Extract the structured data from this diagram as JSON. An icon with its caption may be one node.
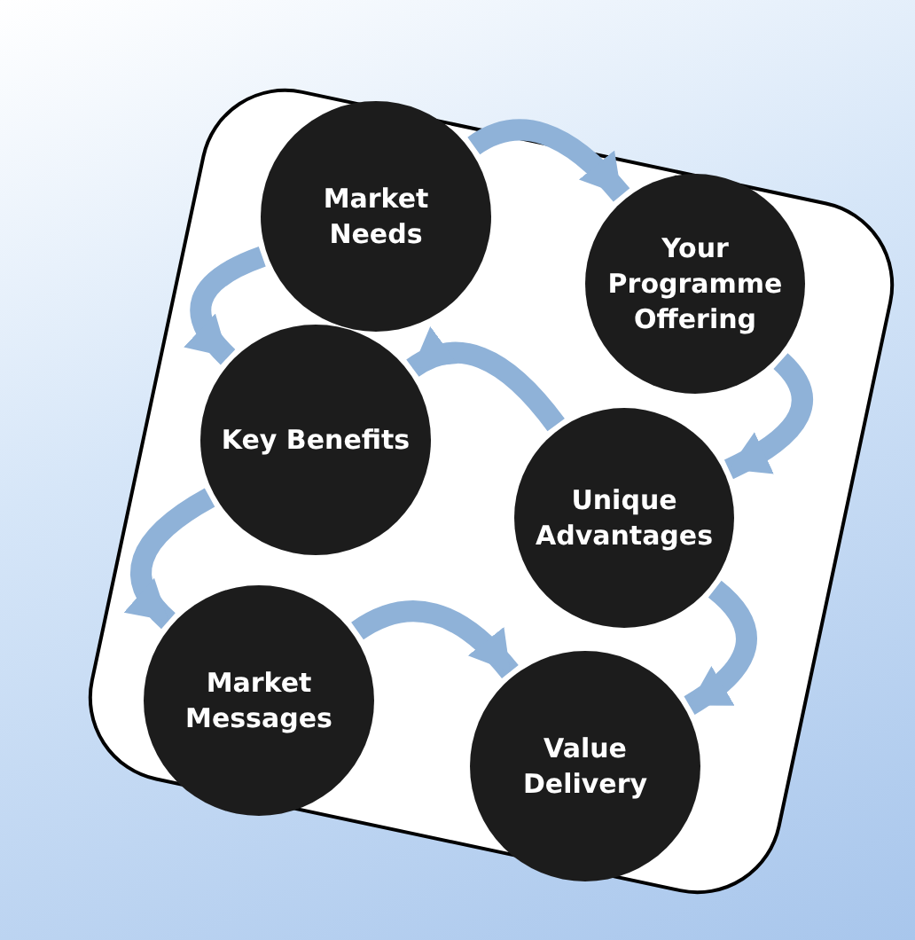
{
  "diagram": {
    "nodes": [
      {
        "text": [
          "Market Needs"
        ]
      },
      {
        "text": [
          "Your Programme Offering"
        ]
      },
      {
        "text": [
          "Key Benefits"
        ]
      },
      {
        "text": [
          "Unique Advantages"
        ]
      },
      {
        "text": [
          "Market Messages"
        ]
      },
      {
        "text": [
          "Value Delivery"
        ]
      }
    ],
    "edges": [
      {
        "from": 0,
        "to": 1,
        "arrow": "to"
      },
      {
        "from": 1,
        "to": 3,
        "arrow": "to"
      },
      {
        "from": 3,
        "to": 2,
        "arrow": "to"
      },
      {
        "from": 0,
        "to": 2,
        "arrow": "to"
      },
      {
        "from": 2,
        "to": 4,
        "arrow": "to"
      },
      {
        "from": 4,
        "to": 5,
        "arrow": "to"
      },
      {
        "from": 3,
        "to": 5,
        "arrow": "to"
      }
    ]
  }
}
